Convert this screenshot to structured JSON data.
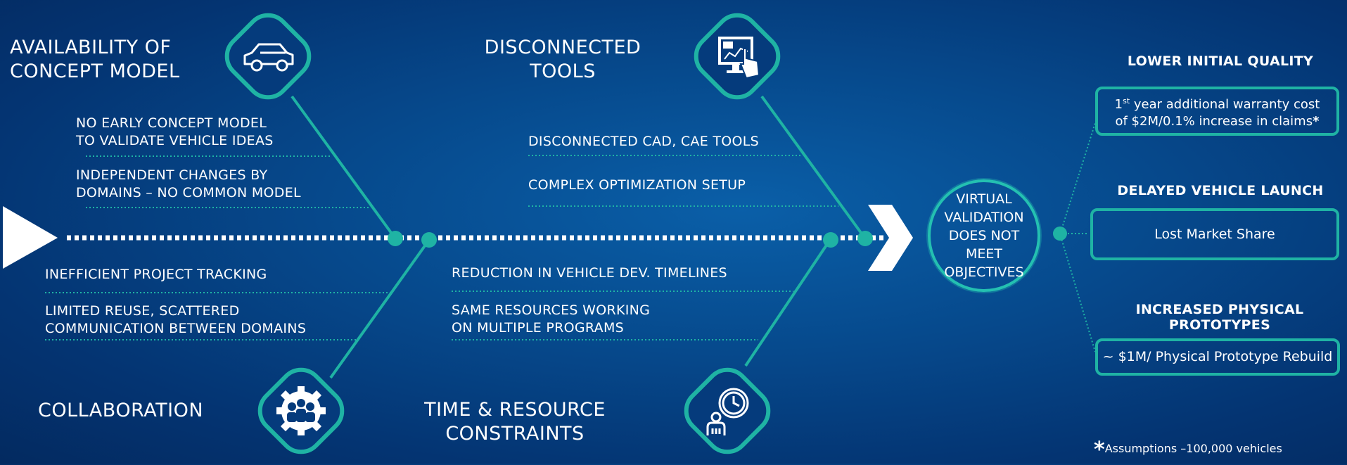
{
  "categories": {
    "concept": {
      "title_line1": "AVAILABILITY OF",
      "title_line2": "CONCEPT MODEL",
      "icon": "car-icon",
      "causes": [
        {
          "line1": "NO EARLY CONCEPT MODEL",
          "line2": "TO VALIDATE VEHICLE IDEAS"
        },
        {
          "line1": "INDEPENDENT CHANGES BY",
          "line2": "DOMAINS – NO COMMON MODEL"
        }
      ]
    },
    "tools": {
      "title_line1": "DISCONNECTED",
      "title_line2": "TOOLS",
      "icon": "touch-screen-icon",
      "causes": [
        "DISCONNECTED CAD, CAE TOOLS",
        "COMPLEX OPTIMIZATION SETUP"
      ]
    },
    "collaboration": {
      "title": "COLLABORATION",
      "icon": "team-gear-icon",
      "causes": [
        {
          "line1": "INEFFICIENT PROJECT TRACKING",
          "line2": ""
        },
        {
          "line1": "LIMITED REUSE, SCATTERED",
          "line2": "COMMUNICATION BETWEEN DOMAINS"
        }
      ]
    },
    "time": {
      "title_line1": "TIME & RESOURCE",
      "title_line2": "CONSTRAINTS",
      "icon": "clock-person-icon",
      "causes": [
        {
          "line1": "REDUCTION IN VEHICLE DEV. TIMELINES",
          "line2": ""
        },
        {
          "line1": "SAME RESOURCES WORKING",
          "line2": "ON MULTIPLE PROGRAMS"
        }
      ]
    }
  },
  "outcome": {
    "line1": "VIRTUAL",
    "line2": "VALIDATION",
    "line3": "DOES NOT MEET",
    "line4": "OBJECTIVES"
  },
  "effects": [
    {
      "heading": "LOWER INITIAL QUALITY",
      "box_pre": "1",
      "box_sup": "st",
      "box_post": " year additional warranty cost",
      "box_line2": "of $2M/0.1% increase in claims",
      "box_mark": "*"
    },
    {
      "heading": "DELAYED VEHICLE LAUNCH",
      "box": "Lost Market Share"
    },
    {
      "heading": "INCREASED PHYSICAL PROTOTYPES",
      "box": "~ $1M/ Physical Prototype Rebuild"
    }
  ],
  "footnote": {
    "mark": "*",
    "text": "Assumptions –100,000 vehicles"
  },
  "colors": {
    "accent": "#1fb3a4",
    "background": "#06498c",
    "text": "#ffffff"
  }
}
